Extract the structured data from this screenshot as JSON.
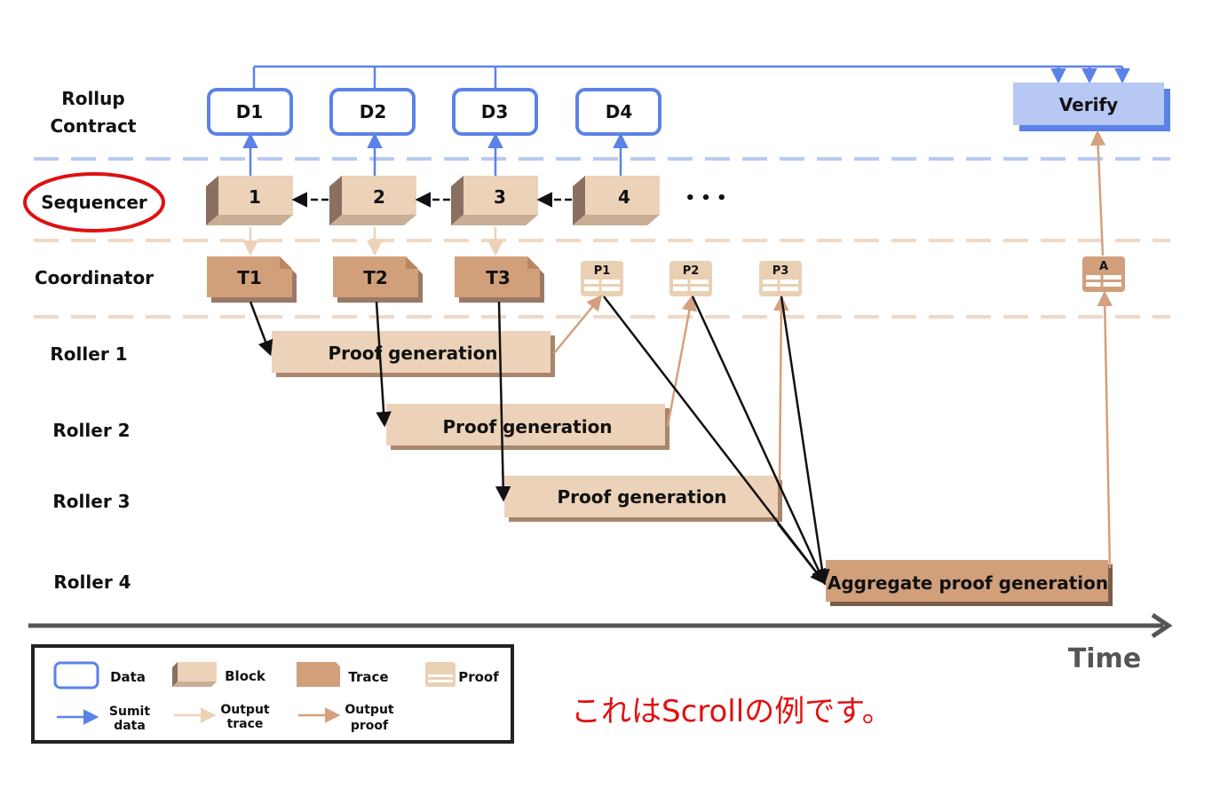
{
  "rows": {
    "rollup_contract": [
      "Rollup",
      "Contract"
    ],
    "sequencer": "Sequencer",
    "coordinator": "Coordinator",
    "roller1": "Roller 1",
    "roller2": "Roller 2",
    "roller3": "Roller 3",
    "roller4": "Roller 4"
  },
  "data_boxes": [
    "D1",
    "D2",
    "D3",
    "D4"
  ],
  "verify": "Verify",
  "blocks": [
    "1",
    "2",
    "3",
    "4"
  ],
  "ellipsis": "• • •",
  "traces": [
    "T1",
    "T2",
    "T3"
  ],
  "proofs": [
    "P1",
    "P2",
    "P3"
  ],
  "aggregate_proof": "A",
  "proof_generation": "Proof generation",
  "aggregate_generation": "Aggregate proof generation",
  "time_axis": "Time",
  "legend": {
    "data": "Data",
    "block": "Block",
    "trace": "Trace",
    "proof": "Proof",
    "submit": [
      "Sumit",
      "data"
    ],
    "output_trace": [
      "Output",
      "trace"
    ],
    "output_proof": [
      "Output",
      "proof"
    ]
  },
  "note": "これはScrollの例です。",
  "colors": {
    "data_blue": "#5b82e8",
    "verify_fill": "#b8c8f4",
    "block_fill": "#ecd2b8",
    "trace_fill": "#d29f7b",
    "proof_fill": "#ead0b2",
    "divider_blue": "#b9c9f2",
    "divider_tan": "#f0d8c6",
    "highlight_red": "#e01010"
  }
}
